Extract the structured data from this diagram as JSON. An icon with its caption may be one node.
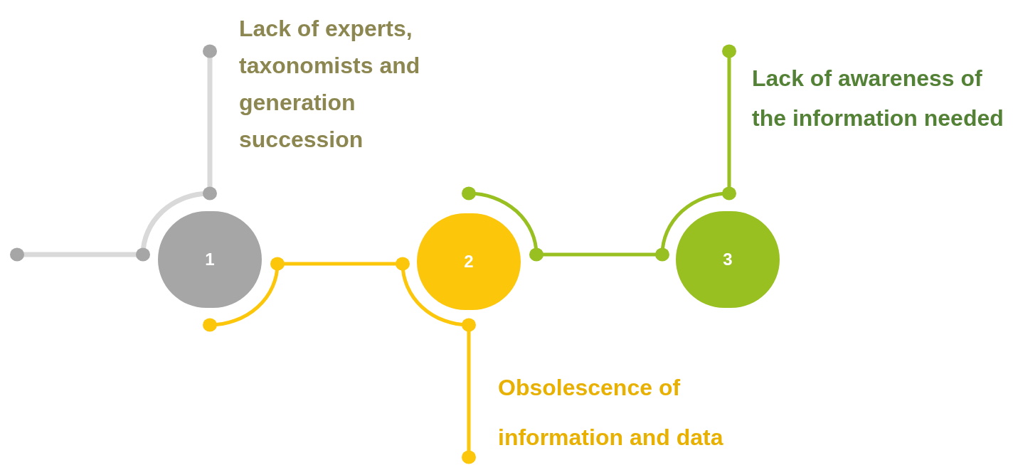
{
  "diagram": {
    "nodes": [
      {
        "text": [
          "1"
        ]
      },
      {
        "text": [
          "2"
        ]
      },
      {
        "text": [
          "3"
        ]
      },
      {
        "text": [
          "Lack of experts, taxonomists and generation succession"
        ]
      },
      {
        "text": [
          "Obsolescence of information and data"
        ]
      },
      {
        "text": [
          "Lack of awareness of the information needed"
        ]
      }
    ]
  }
}
